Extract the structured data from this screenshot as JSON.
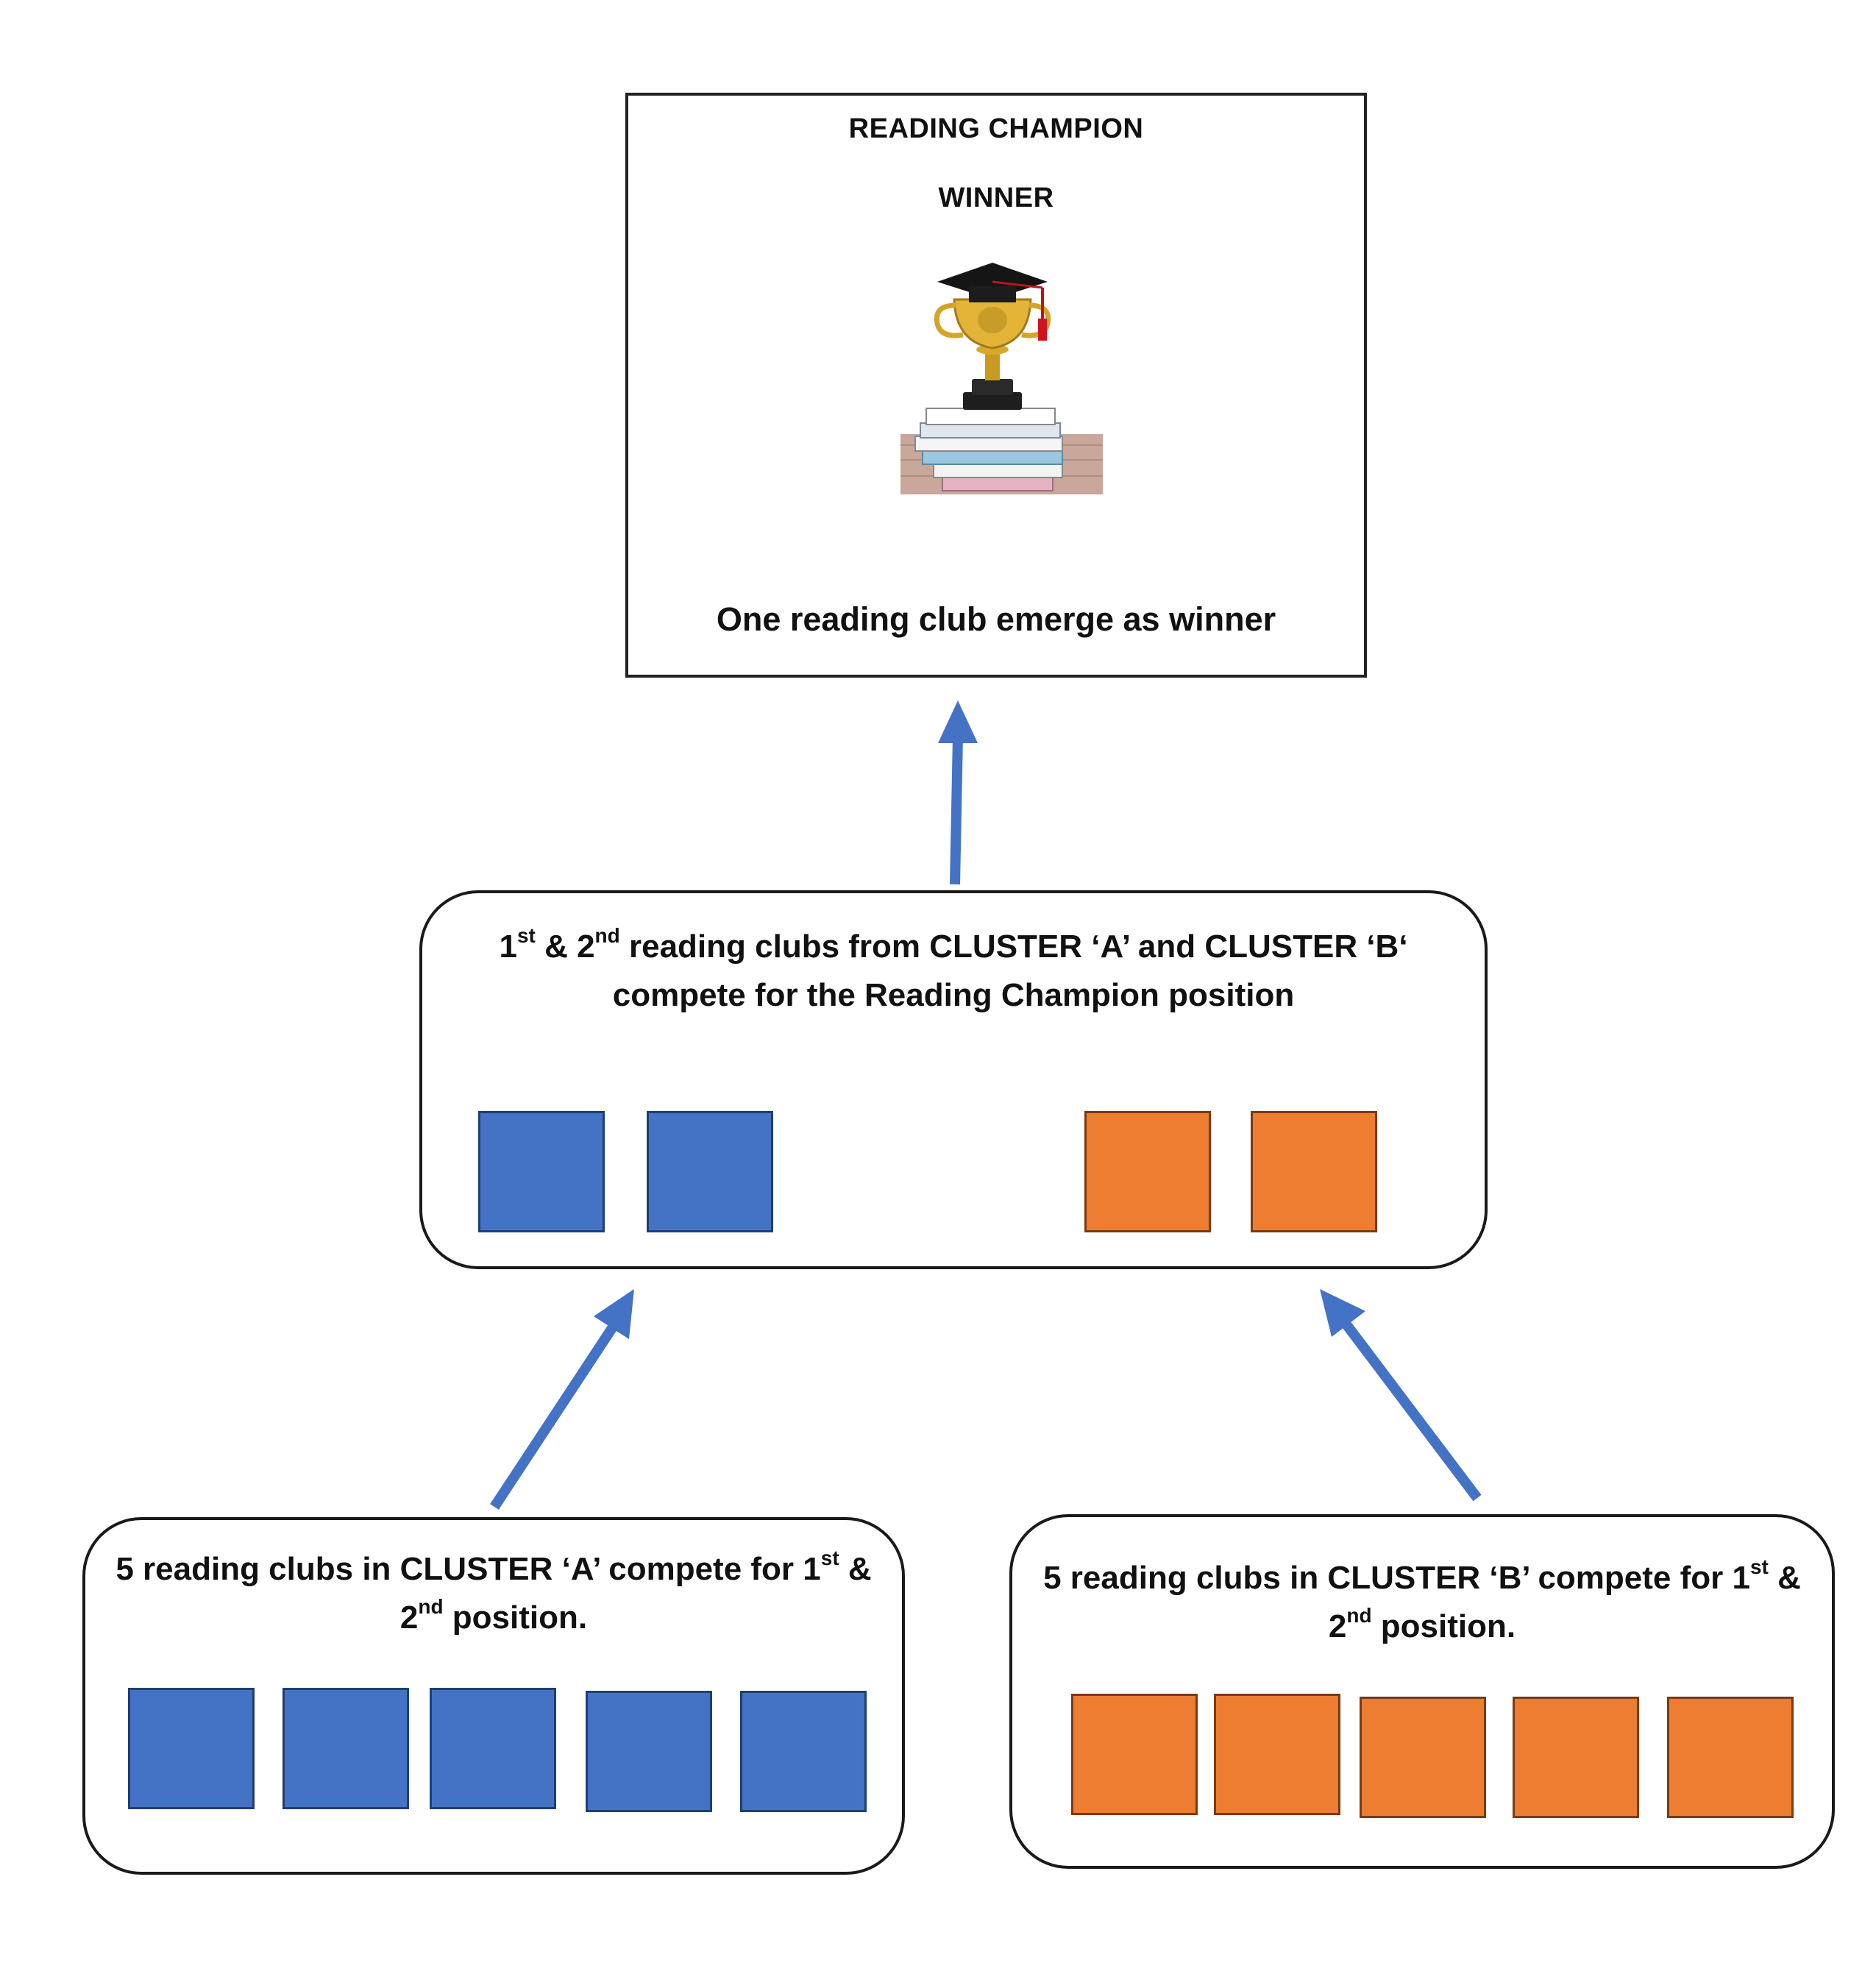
{
  "winner_box": {
    "title": "READING CHAMPION",
    "subtitle": "WINNER",
    "description": "One reading club emerge as winner",
    "icon": "trophy-graduation-cap-books-icon"
  },
  "final_box": {
    "line1": {
      "p1": "1",
      "s1": "st",
      "p2": " & 2",
      "s2": "nd",
      "p3": " reading clubs  from CLUSTER  ‘A’ and CLUSTER  ‘B‘"
    },
    "line2": "compete for the Reading Champion position",
    "blue_squares": 2,
    "orange_squares": 2
  },
  "cluster_a": {
    "line1": {
      "p1": "5 reading clubs in CLUSTER ‘A’ compete for 1",
      "s1": "st",
      "p2": " &"
    },
    "line2": {
      "p1": "2",
      "s1": "nd",
      "p2": " position."
    },
    "squares": 5
  },
  "cluster_b": {
    "line1": {
      "p1": "5 reading clubs in CLUSTER ‘B’ compete for 1",
      "s1": "st",
      "p2": " &"
    },
    "line2": {
      "p1": "2",
      "s1": "nd",
      "p2": " position."
    },
    "squares": 5
  },
  "colors": {
    "cluster_a": "#4472C4",
    "cluster_b": "#ED7D31",
    "arrow": "#4472C4"
  }
}
